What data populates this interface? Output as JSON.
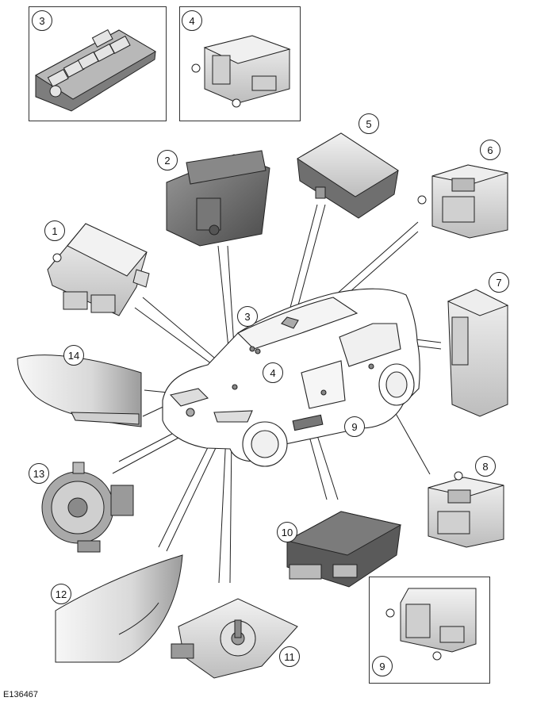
{
  "figure_ref": "E136467",
  "callouts": {
    "c1": "1",
    "c2": "2",
    "c3_box": "3",
    "c4_box": "4",
    "c5": "5",
    "c6": "6",
    "c7": "7",
    "c8": "8",
    "c9_box": "9",
    "c10": "10",
    "c11": "11",
    "c12": "12",
    "c13": "13",
    "c14": "14",
    "c3_car": "3",
    "c4_car": "4",
    "c9_car": "9"
  },
  "colors": {
    "line": "#222222",
    "fill_light": "#e6e6e6",
    "fill_mid": "#c8c8c8",
    "fill_dark": "#8a8a8a"
  }
}
